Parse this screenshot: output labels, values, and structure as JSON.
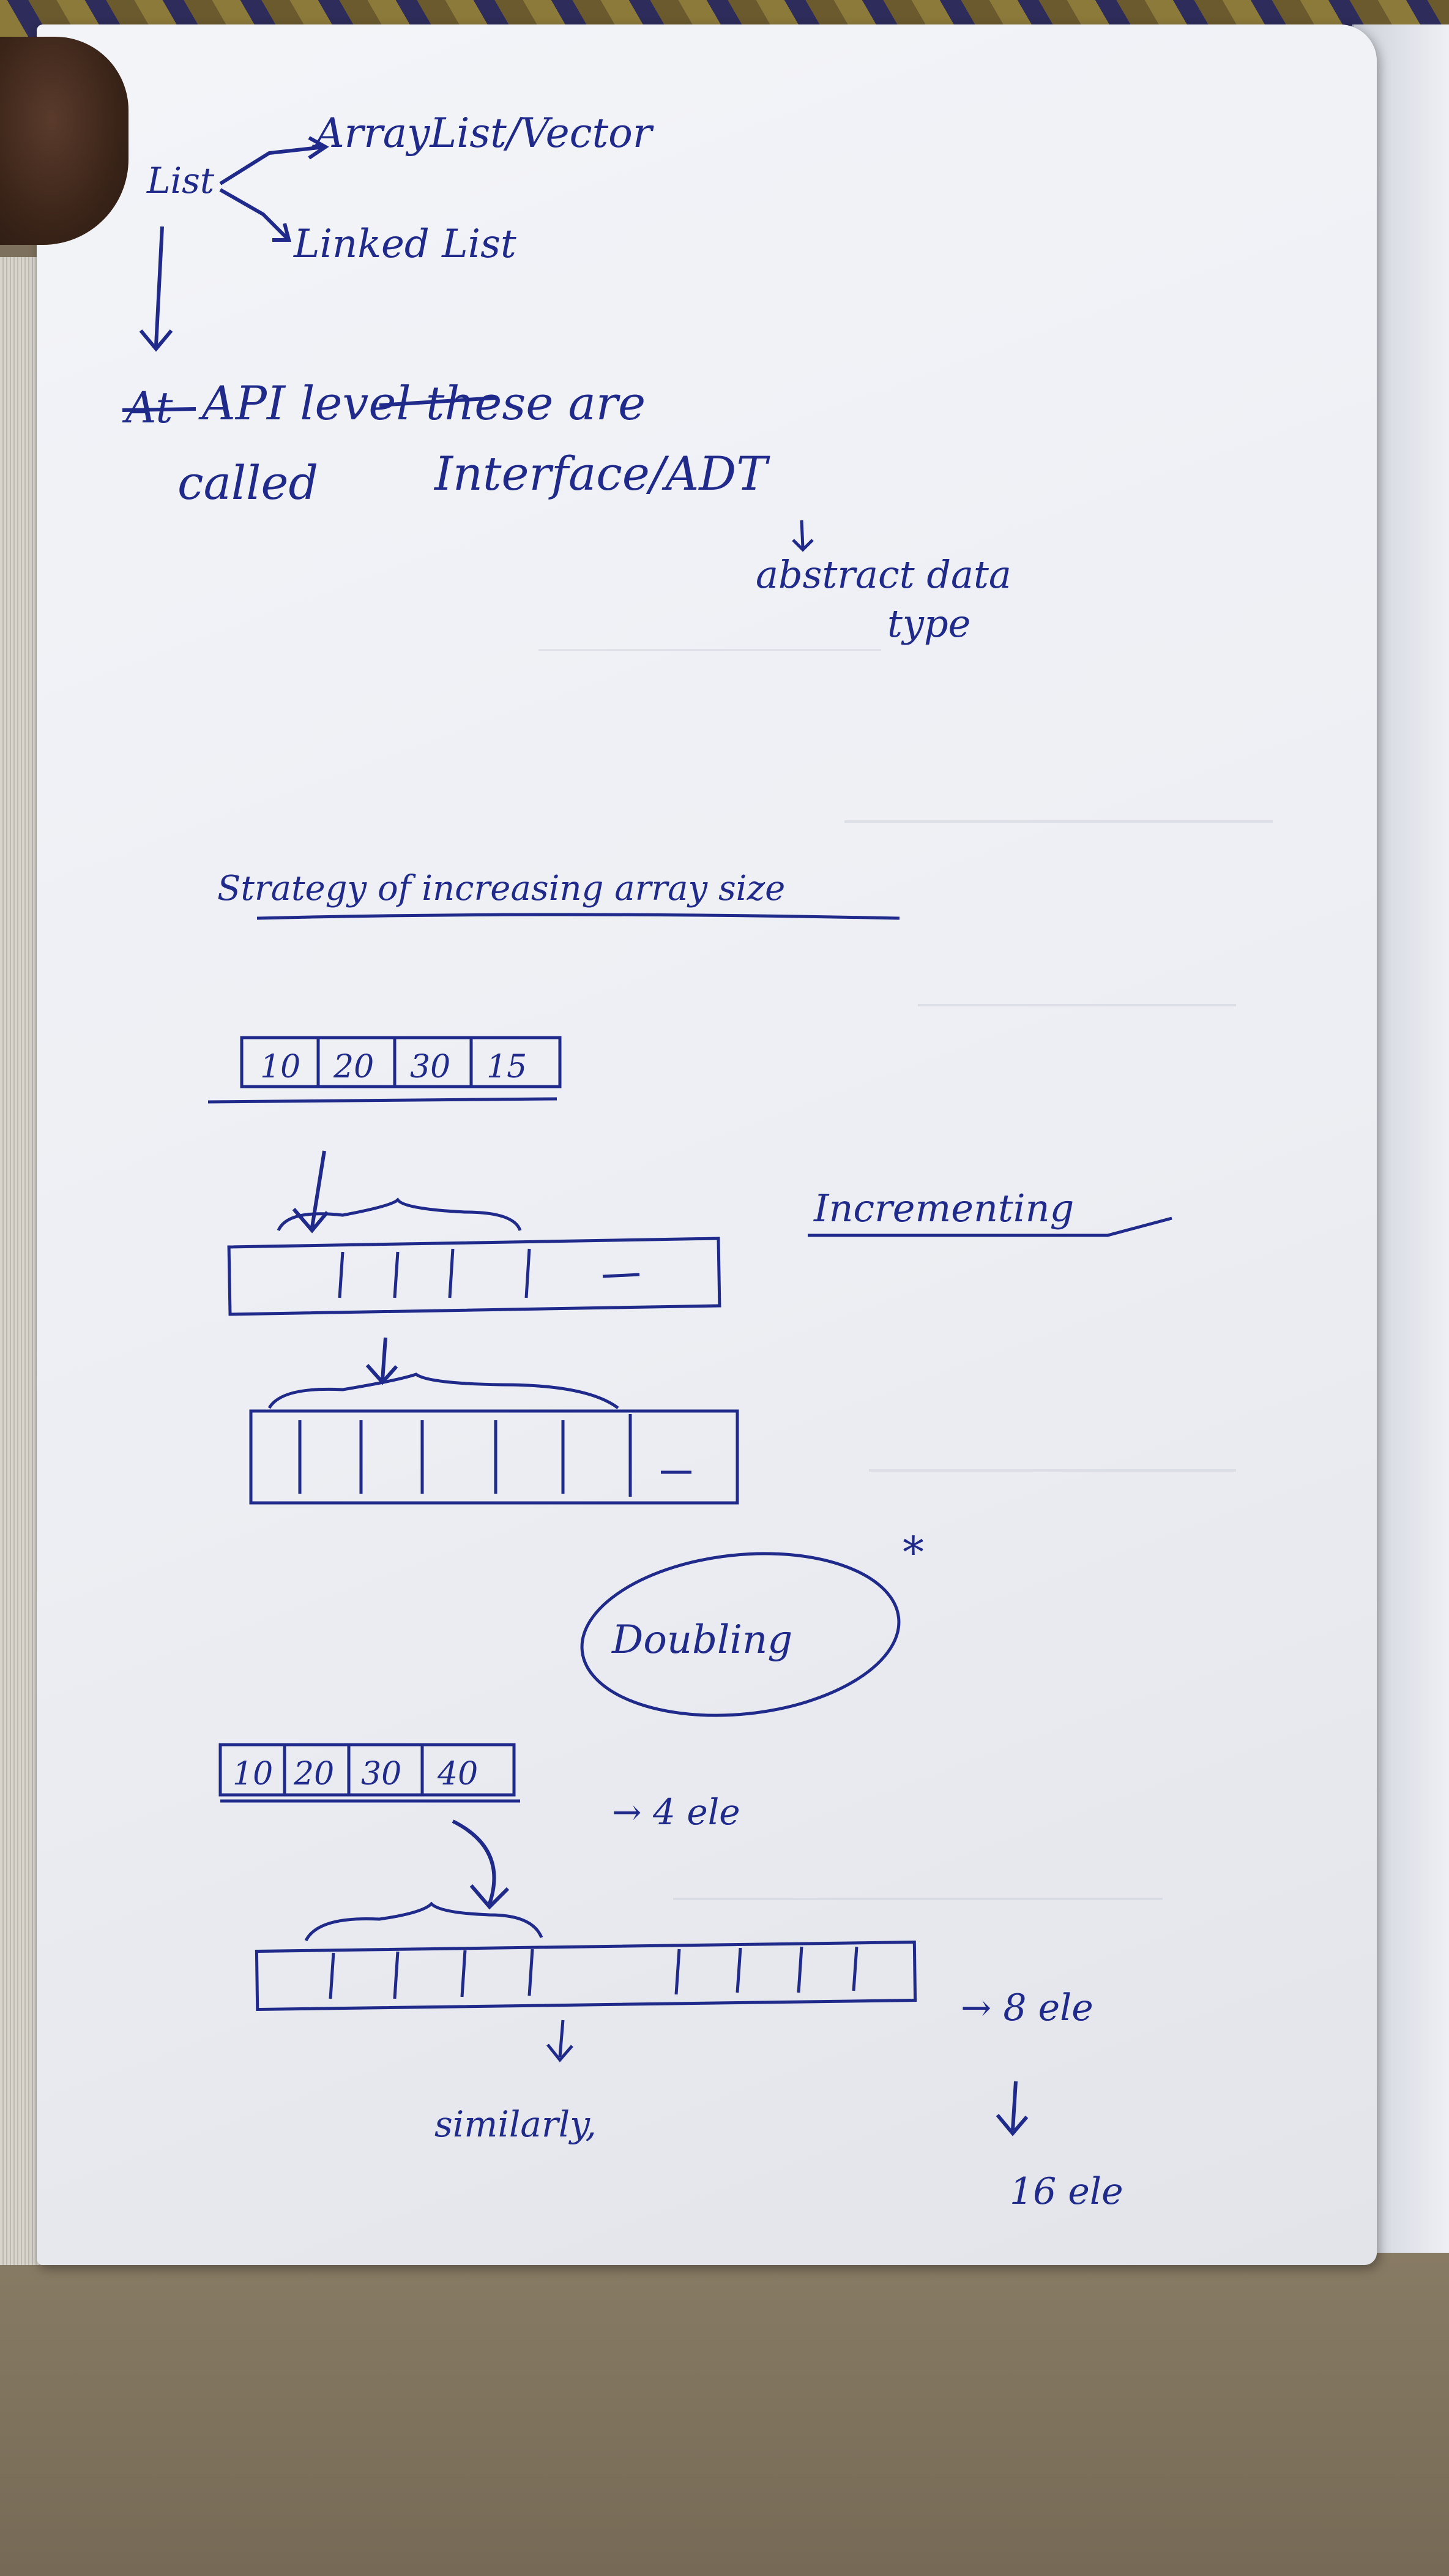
{
  "notes": {
    "list_root": "List",
    "branch_array": "ArrayList/Vector",
    "branch_linked": "Linked List",
    "api_line_1": "API level these are",
    "api_line_2": "called",
    "interface_adt": "Interface/ADT",
    "adt_expansion_1": "abstract data",
    "adt_expansion_2": "type",
    "strategy_heading": "Strategy of increasing array size",
    "array1_cells": [
      "10",
      "20",
      "30",
      "15"
    ],
    "incrementing_label": "Incrementing",
    "doubling_label": "Doubling",
    "array2_cells": [
      "10",
      "20",
      "30",
      "40"
    ],
    "four_elements": "→ 4 ele",
    "eight_elements": "→ 8 ele",
    "sixteen_elements": "16 ele",
    "similarly_label": "similarly,"
  },
  "colors": {
    "ink": "#1f2a8a",
    "paper": "#eef0f5",
    "background": "#7d705c"
  }
}
